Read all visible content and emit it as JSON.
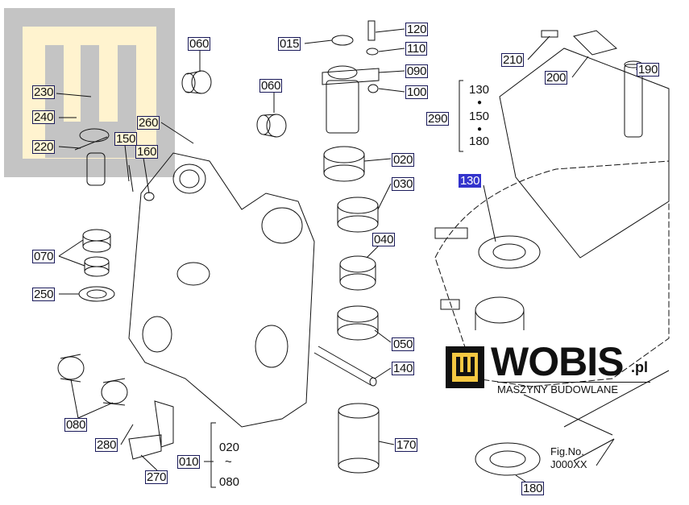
{
  "watermark_logo": {
    "brand": "WOBIS",
    "domain_suffix": ".pl",
    "tagline": "MASZYNY BUDOWLANE"
  },
  "figure": {
    "label": "Fig.No.",
    "number": "J000XX"
  },
  "part_labels": {
    "p060a": "060",
    "p060b": "060",
    "p015": "015",
    "p120": "120",
    "p110": "110",
    "p090": "090",
    "p100": "100",
    "p210": "210",
    "p200": "200",
    "p190": "190",
    "p290": "290",
    "p130_sel": "130",
    "p230": "230",
    "p240": "240",
    "p220": "220",
    "p260": "260",
    "p150": "150",
    "p160": "160",
    "p020": "020",
    "p030": "030",
    "p040": "040",
    "p050": "050",
    "p140": "140",
    "p170": "170",
    "p070": "070",
    "p250": "250",
    "p080": "080",
    "p280": "280",
    "p270": "270",
    "p010": "010",
    "p180": "180"
  },
  "group_290": {
    "items": [
      "130",
      "150",
      "180"
    ]
  },
  "group_010": {
    "from": "020",
    "sep": "~",
    "to": "080"
  },
  "colors": {
    "selected_label": "#3333cc",
    "logo_yellow": "#f5c842"
  }
}
